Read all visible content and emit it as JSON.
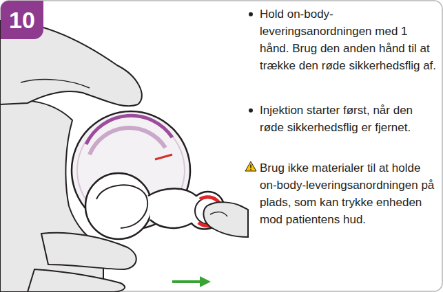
{
  "diagram": {
    "nodes": [
      {
        "text": [
          "10"
        ]
      }
    ],
    "labels": [
      "Hold on-body-leveringsanordningen med 1 hånd. Brug den anden hånd til at trække den røde sikkerhedsflig af.",
      "Injektion starter først, når den røde sikkerhedsflig er fjernet.",
      "Brug ikke materialer til at holde on-body-leveringsanordningen på plads, som kan trykke enheden mod patientens hud."
    ]
  }
}
